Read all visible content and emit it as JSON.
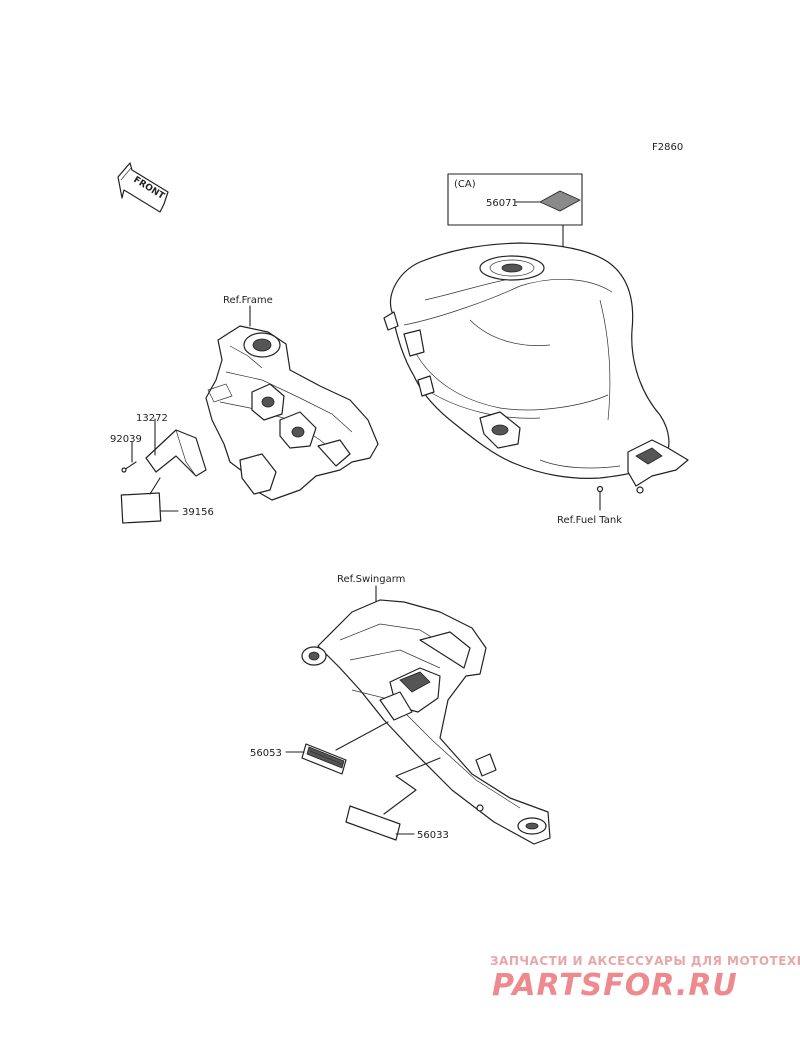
{
  "figure_code": "F2860",
  "front_arrow_label": "FRONT",
  "ca_box_label": "(CA)",
  "refs": {
    "frame": "Ref.Frame",
    "fuel_tank": "Ref.Fuel Tank",
    "swingarm": "Ref.Swingarm"
  },
  "parts": {
    "p56071": "56071",
    "p13272": "13272",
    "p92039": "92039",
    "p39156": "39156",
    "p56053": "56053",
    "p56033": "56033"
  },
  "watermark": {
    "tagline": "ЗАПЧАСТИ И АКСЕССУАРЫ ДЛЯ МОТОТЕХНИКИ",
    "logo": "PARTSFOR.RU"
  }
}
